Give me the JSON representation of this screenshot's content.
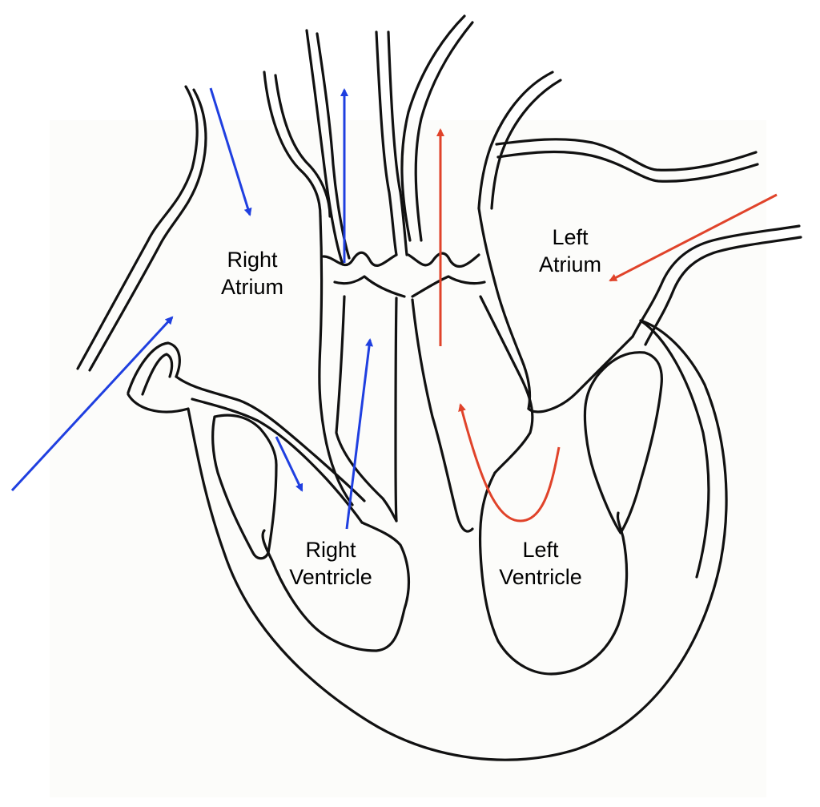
{
  "labels": {
    "right_atrium": [
      "Right",
      "Atrium"
    ],
    "left_atrium": [
      "Left",
      "Atrium"
    ],
    "right_ventricle": [
      "Right",
      "Ventricle"
    ],
    "left_ventricle": [
      "Left",
      "Ventricle"
    ]
  },
  "colors": {
    "deoxygenated_flow": "#1f3fe0",
    "oxygenated_flow": "#e0432a",
    "outline": "#111111"
  }
}
